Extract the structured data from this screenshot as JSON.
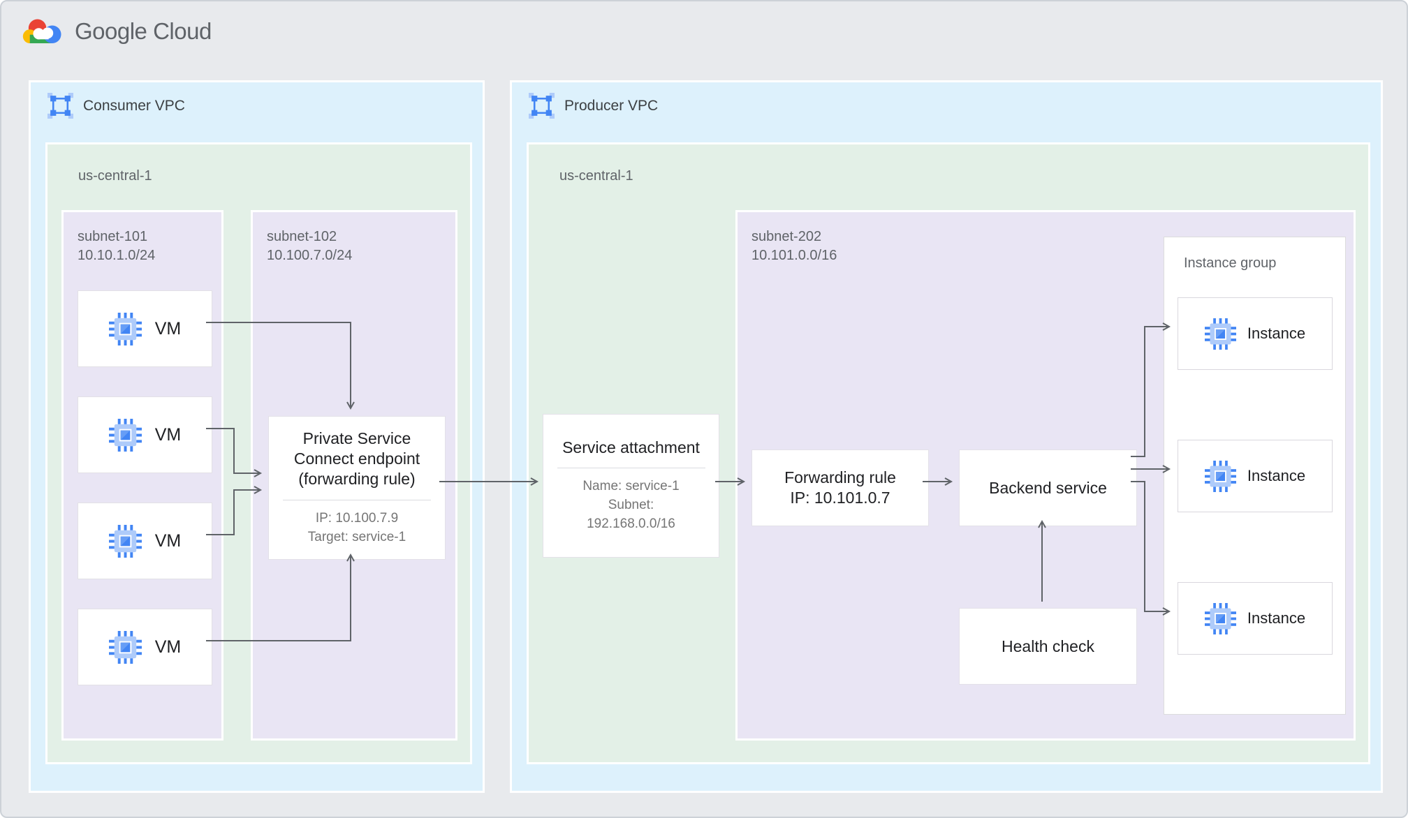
{
  "logo": {
    "text": "Google Cloud"
  },
  "consumer_vpc": {
    "label": "Consumer VPC",
    "region": {
      "label": "us-central-1",
      "subnet101": {
        "name": "subnet-101",
        "cidr": "10.10.1.0/24",
        "vms": [
          {
            "label": "VM"
          },
          {
            "label": "VM"
          },
          {
            "label": "VM"
          },
          {
            "label": "VM"
          }
        ]
      },
      "subnet102": {
        "name": "subnet-102",
        "cidr": "10.100.7.0/24",
        "psc_endpoint": {
          "title": "Private Service Connect endpoint (forwarding rule)",
          "ip": "IP: 10.100.7.9",
          "target": "Target: service-1"
        }
      }
    }
  },
  "producer_vpc": {
    "label": "Producer VPC",
    "region": {
      "label": "us-central-1",
      "service_attachment": {
        "title": "Service attachment",
        "name": "Name: service-1",
        "subnet_line1": "Subnet:",
        "subnet_line2": "192.168.0.0/16"
      },
      "subnet202": {
        "name": "subnet-202",
        "cidr": "10.101.0.0/16",
        "forwarding_rule": {
          "title": "Forwarding rule",
          "ip": "IP: 10.101.0.7"
        },
        "backend_service": {
          "title": "Backend service"
        },
        "health_check": {
          "title": "Health check"
        },
        "instance_group": {
          "label": "Instance group",
          "instances": [
            {
              "label": "Instance"
            },
            {
              "label": "Instance"
            },
            {
              "label": "Instance"
            }
          ]
        }
      }
    }
  },
  "icons": {
    "logo": "google-cloud-logo",
    "vpc": "vpc-network-icon",
    "vm": "compute-engine-chip-icon"
  },
  "palette": {
    "canvas_bg": "#e8eaed",
    "vpc_fill": "#ddf1fc",
    "region_fill": "#e3f0e7",
    "subnet_fill": "#e9e5f4",
    "node_bg": "#ffffff",
    "node_border": "#e0dee5",
    "arrow": "#5f6368",
    "google_blue": "#4285f4",
    "chip_light_blue": "#aecbfa",
    "text_primary": "#202124",
    "text_secondary": "#5f6368"
  }
}
